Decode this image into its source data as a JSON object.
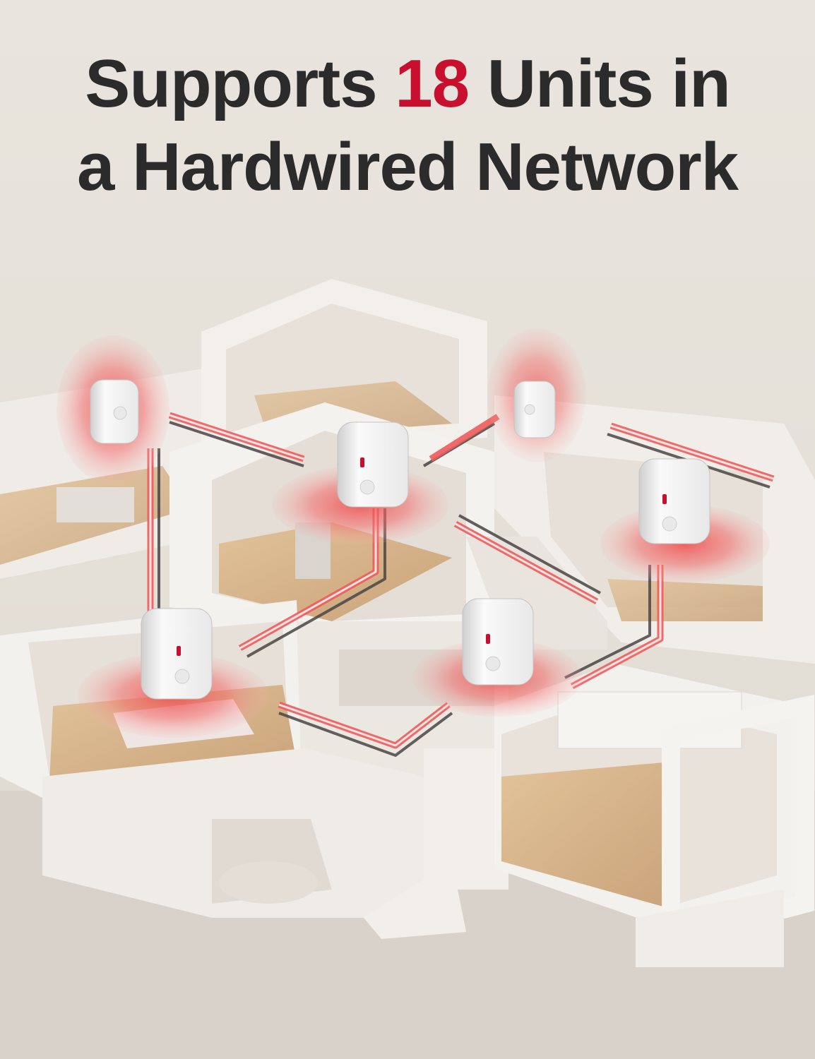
{
  "headline": {
    "line1_before": "Supports ",
    "line1_accent": "18",
    "line1_after": " Units in",
    "line2": "a Hardwired Network"
  },
  "colors": {
    "accent": "#c8102e",
    "text": "#2b2b2b",
    "background": "#e6e1da",
    "wire_red": "#e04a4f",
    "wire_dark": "#4a4545",
    "floor_wood": "#d9b98e",
    "wall_white": "#f3f1ee"
  },
  "scene": {
    "image": "isometric-house-cutaway",
    "alarm_units_shown": 6,
    "connection": "hardwired"
  }
}
